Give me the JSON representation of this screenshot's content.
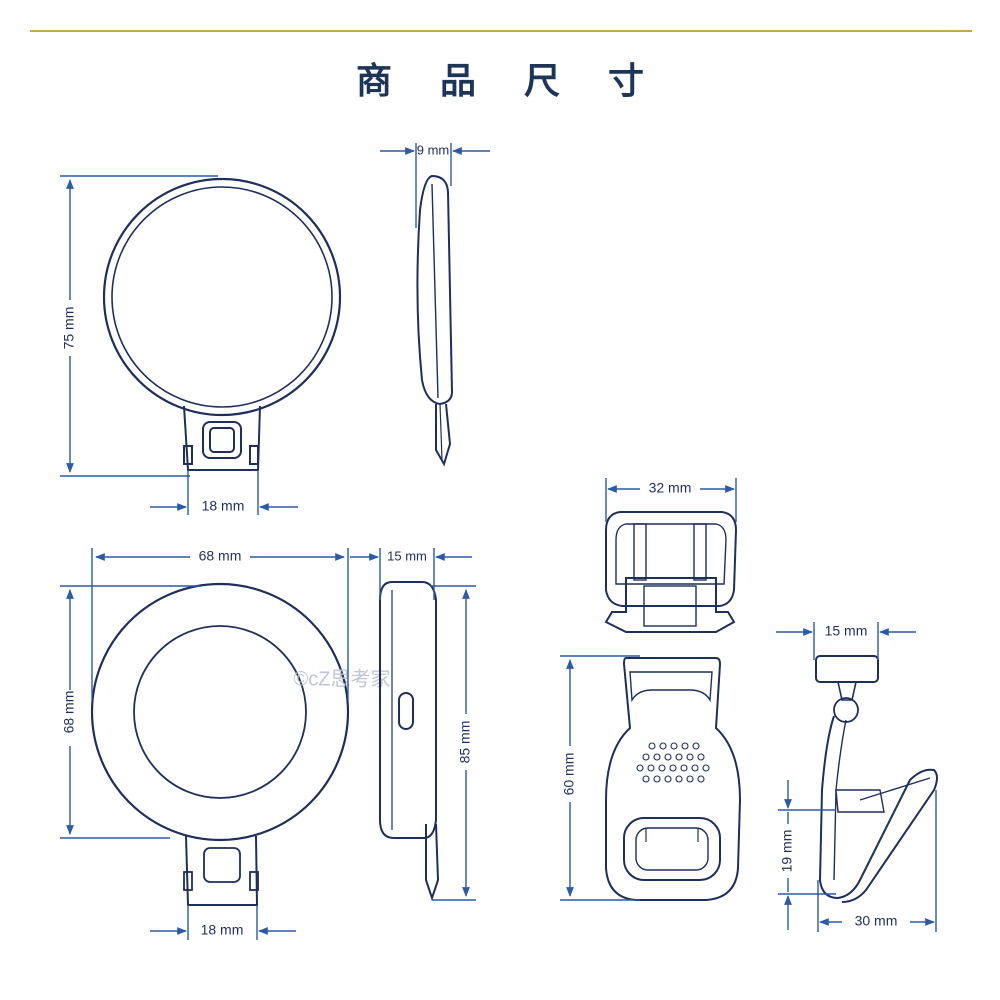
{
  "page": {
    "title": "商品尺寸",
    "watermark": "©cZ思考家"
  },
  "colors": {
    "rule": "#c8a84f",
    "title": "#1d3557",
    "outline": "#1f2f5c",
    "dimension": "#2b5aa6"
  },
  "dimensions": {
    "mirror_height": "75 mm",
    "mirror_depth": "9 mm",
    "mirror_clip_width": "18 mm",
    "light_width": "68 mm",
    "light_height": "68 mm",
    "light_depth": "15 mm",
    "light_total_height": "85 mm",
    "light_clip_width": "18 mm",
    "clip_top_width": "32 mm",
    "clip_front_height": "60 mm",
    "clip_side_top": "15 mm",
    "clip_side_height": "19 mm",
    "clip_side_width": "30 mm"
  }
}
